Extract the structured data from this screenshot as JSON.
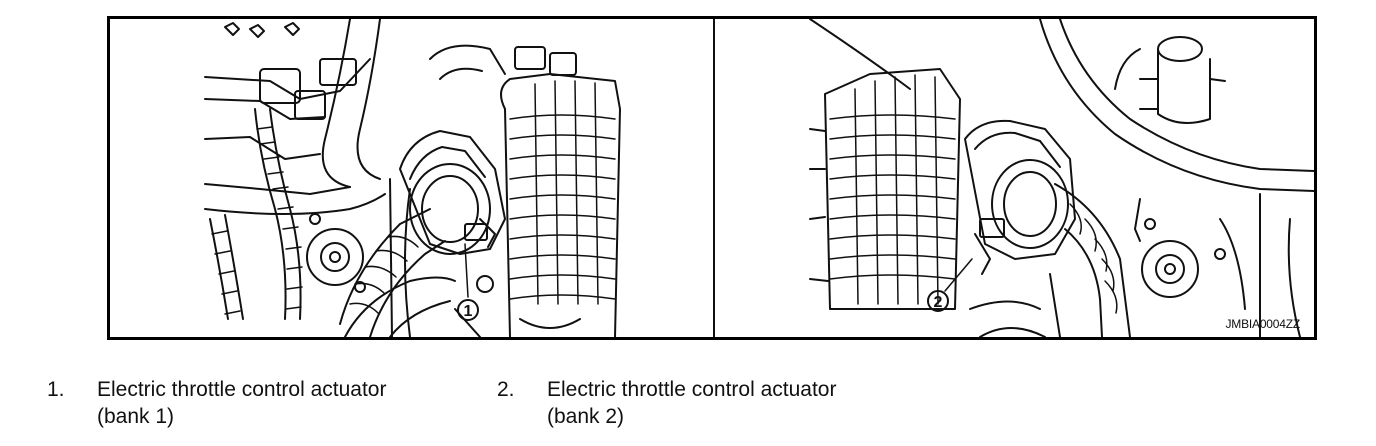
{
  "figure": {
    "id_text": "JMBIA0004ZZ",
    "callouts": [
      "1",
      "2"
    ]
  },
  "legend": [
    {
      "number": "1.",
      "line1": "Electric throttle control actuator",
      "line2": "(bank 1)"
    },
    {
      "number": "2.",
      "line1": "Electric throttle control actuator",
      "line2": "(bank 2)"
    }
  ]
}
